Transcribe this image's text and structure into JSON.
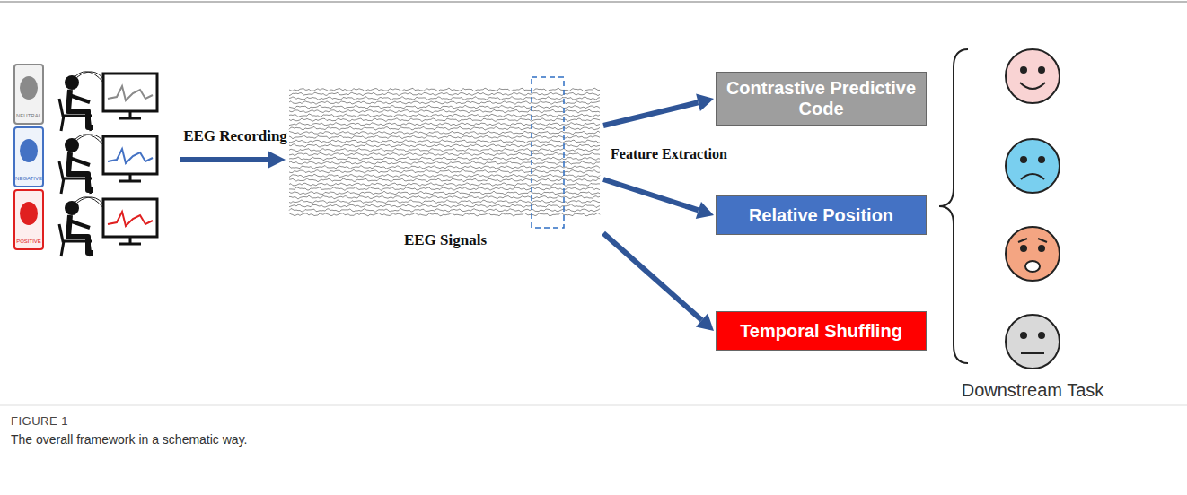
{
  "diagram": {
    "caption": "The overall framework in a schematic way.",
    "nodes": [
      {
        "text": [
          "EEG Signals"
        ]
      },
      {
        "text": [
          "Contrastive Predictive Code"
        ]
      },
      {
        "text": [
          "Relative Position"
        ]
      },
      {
        "text": [
          "Temporal Shuffling"
        ]
      }
    ],
    "edges": [
      {
        "from": 0,
        "to": 1,
        "arrow": "to"
      },
      {
        "from": 0,
        "to": 2,
        "arrow": "to"
      },
      {
        "from": 0,
        "to": 3,
        "arrow": "to"
      }
    ],
    "labels": [
      "NEUTRAL",
      "NEGATIVE",
      "POSITIVE",
      "EEG Recording",
      "Feature Extraction",
      "Downstream Task",
      "FIGURE 1"
    ]
  }
}
